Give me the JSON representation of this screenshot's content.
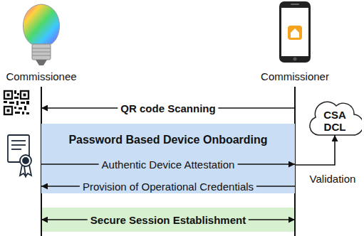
{
  "diagram": {
    "nodes": [
      {
        "text": [
          "Commissionee"
        ]
      },
      {
        "text": [
          "Commissioner"
        ]
      },
      {
        "text": [
          "Password Based Device Onboarding"
        ]
      },
      {
        "text": [
          "CSA DCL"
        ]
      }
    ],
    "edges": [
      {
        "from": 1,
        "to": 0,
        "label": "QR code Scanning",
        "arrow": "to"
      },
      {
        "from": 0,
        "to": 1,
        "label": "Authentic Device Attestation",
        "arrow": "to"
      },
      {
        "from": 1,
        "to": 0,
        "label": "Provision of Operational Credentials",
        "arrow": "to"
      },
      {
        "from": 0,
        "to": 1,
        "label": "Secure Session Establishment",
        "arrow": "both"
      },
      {
        "from": 1,
        "to": 3,
        "label": "Validation",
        "arrow": "to"
      }
    ]
  }
}
